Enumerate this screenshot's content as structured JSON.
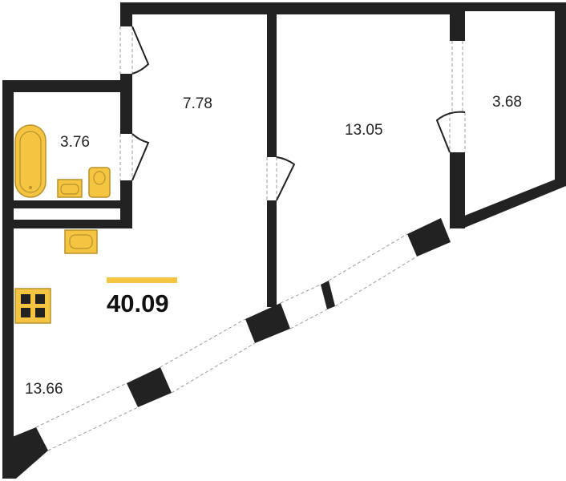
{
  "plan": {
    "total_area": "40.09",
    "rooms": [
      {
        "id": "kitchen-living",
        "area": "13.66"
      },
      {
        "id": "bathroom",
        "area": "3.76"
      },
      {
        "id": "hallway",
        "area": "7.78"
      },
      {
        "id": "bedroom",
        "area": "13.05"
      },
      {
        "id": "balcony",
        "area": "3.68"
      }
    ]
  },
  "colors": {
    "wall": "#222222",
    "accent": "#f5c542",
    "accent_stroke": "#b8922a",
    "window_line": "#9a9a9a",
    "background": "#ffffff"
  },
  "icons": [
    "bathtub-icon",
    "sink-icon",
    "toilet-icon",
    "kitchen-sink-icon",
    "stove-icon",
    "door-swing-icon",
    "window-icon"
  ]
}
